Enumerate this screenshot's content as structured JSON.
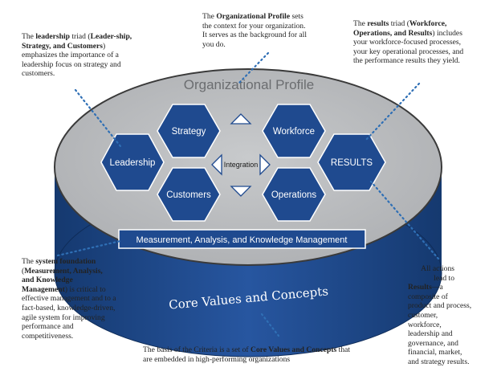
{
  "diagram": {
    "profile_title": "Organizational Profile",
    "integration_label": "Integration",
    "measurement_bar": "Measurement, Analysis, and Knowledge Management",
    "core_values_label": "Core Values and Concepts",
    "hexagons": {
      "leadership": "Leadership",
      "strategy": "Strategy",
      "customers": "Customers",
      "workforce": "Workforce",
      "operations": "Operations",
      "results": "RESULTS"
    },
    "colors": {
      "navy": "#1f4a8f",
      "navy_dark": "#163a73",
      "gray_top": "#b9bbbd",
      "ellipse_stroke": "#3a3a3a",
      "dot_line": "#2f6fb5"
    }
  },
  "notes": {
    "leadership": {
      "pre": "The ",
      "bold": "leadership",
      "mid": " triad (",
      "bold2": "Leader-ship, Strategy, and Customers",
      "post": ") emphasizes the importance of a leadership focus on strategy and customers."
    },
    "profile": {
      "pre": "The ",
      "bold": "Organizational Profile",
      "post": " sets the context for your organization. It serves as the background for all you do."
    },
    "results": {
      "pre": "The ",
      "bold": "results",
      "mid": " triad (",
      "bold2": "Workforce, Operations, and Results",
      "post": ") includes your workforce-focused processes, your key operational processes, and the performance results they yield."
    },
    "system": {
      "pre": "The ",
      "bold": "system foundation",
      "mid": " (",
      "bold2": "Measurement, Analysis, and Knowledge Management",
      "post": ") is critical to effective management and to a fact-based, knowledge-driven, agile system for improving performance and competitiveness."
    },
    "actions": {
      "line1": "All actions",
      "line2": "lead to",
      "bold": "Results",
      "post": "—a composite of product and process, customer, workforce, leadership and governance, and financial, market, and strategy results."
    },
    "core": {
      "pre": "The basis of the Criteria is a set of ",
      "bold": "Core Values and Concepts",
      "post": " that are embedded in high-performing organizations"
    }
  }
}
